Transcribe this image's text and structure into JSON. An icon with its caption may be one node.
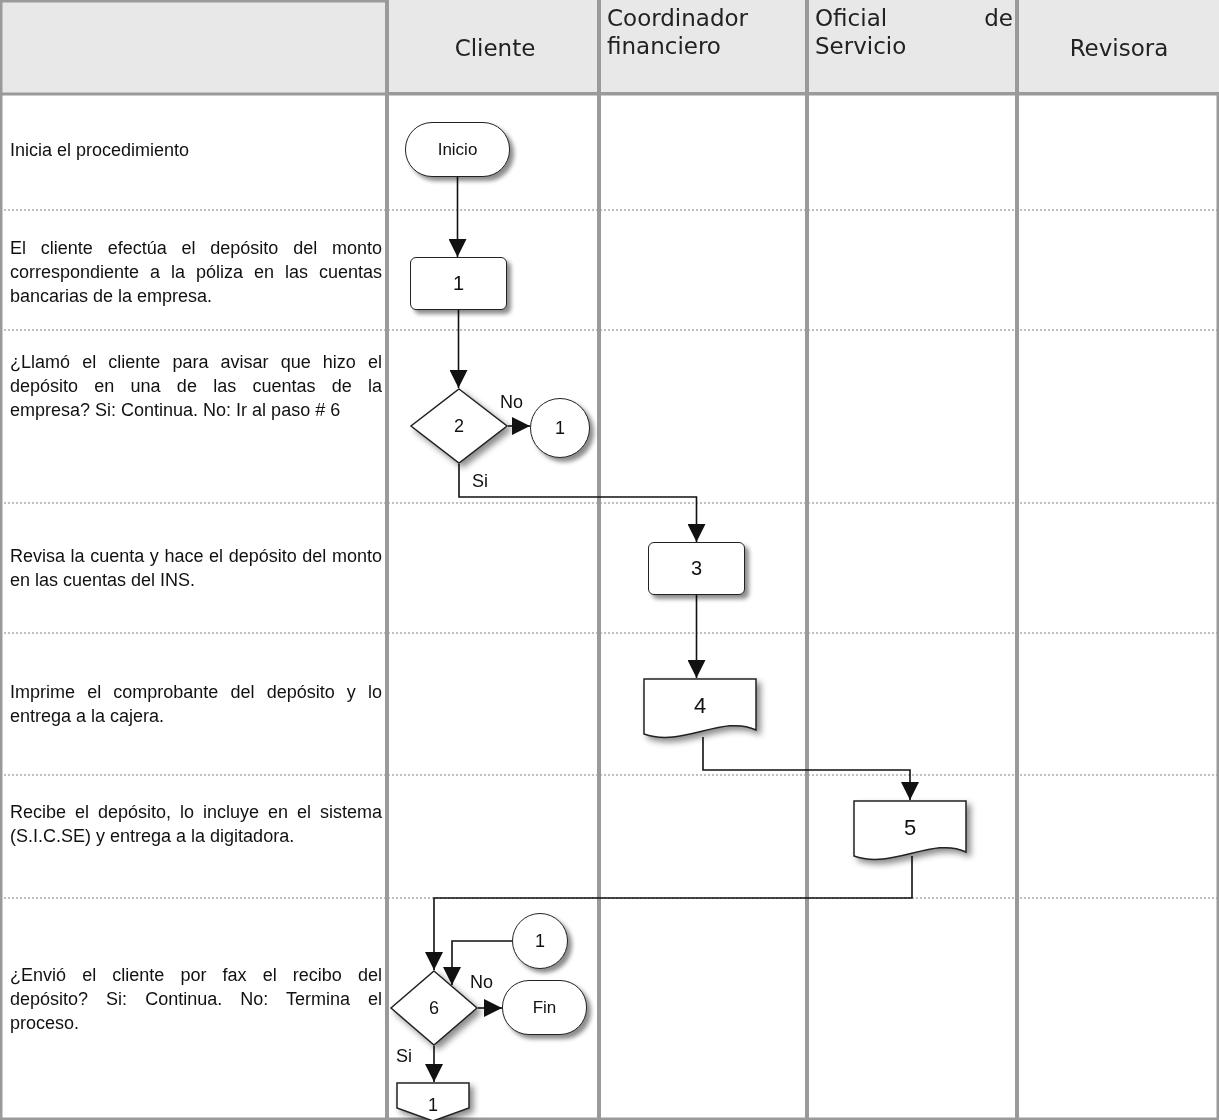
{
  "diagram": {
    "nodes": [
      {
        "text": [
          "Cliente"
        ]
      },
      {
        "text": [
          "Coordinador financiero"
        ]
      },
      {
        "text": [
          "Oficial de Servicio"
        ]
      },
      {
        "text": [
          "Revisora"
        ]
      },
      {
        "text": [
          "Inicio"
        ],
        "in": 0
      },
      {
        "text": [
          "1"
        ],
        "in": 0
      },
      {
        "text": [
          "2"
        ],
        "in": 0
      },
      {
        "text": [
          "1"
        ],
        "in": 0
      },
      {
        "text": [
          "3"
        ],
        "in": 1
      },
      {
        "text": [
          "4"
        ],
        "in": 1
      },
      {
        "text": [
          "5"
        ],
        "in": 2
      },
      {
        "text": [
          "1"
        ],
        "in": 0
      },
      {
        "text": [
          "6"
        ],
        "in": 0
      },
      {
        "text": [
          "Fin"
        ],
        "in": 0
      },
      {
        "text": [
          "1"
        ],
        "in": 0
      }
    ],
    "edges": [
      {
        "from": 4,
        "to": 5,
        "arrow": "to"
      },
      {
        "from": 5,
        "to": 6,
        "arrow": "to"
      },
      {
        "from": 6,
        "to": 7,
        "arrow": "to",
        "label": "No"
      },
      {
        "from": 6,
        "to": 8,
        "arrow": "to",
        "label": "Si"
      },
      {
        "from": 8,
        "to": 9,
        "arrow": "to"
      },
      {
        "from": 9,
        "to": 10,
        "arrow": "to"
      },
      {
        "from": 10,
        "to": 12,
        "arrow": "to"
      },
      {
        "from": 11,
        "to": 12,
        "arrow": "to"
      },
      {
        "from": 12,
        "to": 13,
        "arrow": "to",
        "label": "No"
      },
      {
        "from": 12,
        "to": 14,
        "arrow": "to",
        "label": "Si"
      }
    ],
    "labels": [
      "Inicia el procedimiento",
      "El cliente efectúa el depósito del monto correspondiente a la póliza en las cuentas bancarias de la empresa.",
      "¿Llamó el cliente para avisar que hizo el depósito en una de las cuentas de la empresa? Si: Continua. No: Ir al paso # 6",
      "Revisa la cuenta y hace el depósito del monto en las cuentas del INS.",
      "Imprime el comprobante del depósito y lo entrega a la cajera.",
      "Recibe el depósito, lo incluye en el sistema (S.I.C.SE) y entrega a la digitadora.",
      "¿Envió el cliente por fax el recibo del depósito? Si: Continua. No: Termina el proceso."
    ]
  }
}
